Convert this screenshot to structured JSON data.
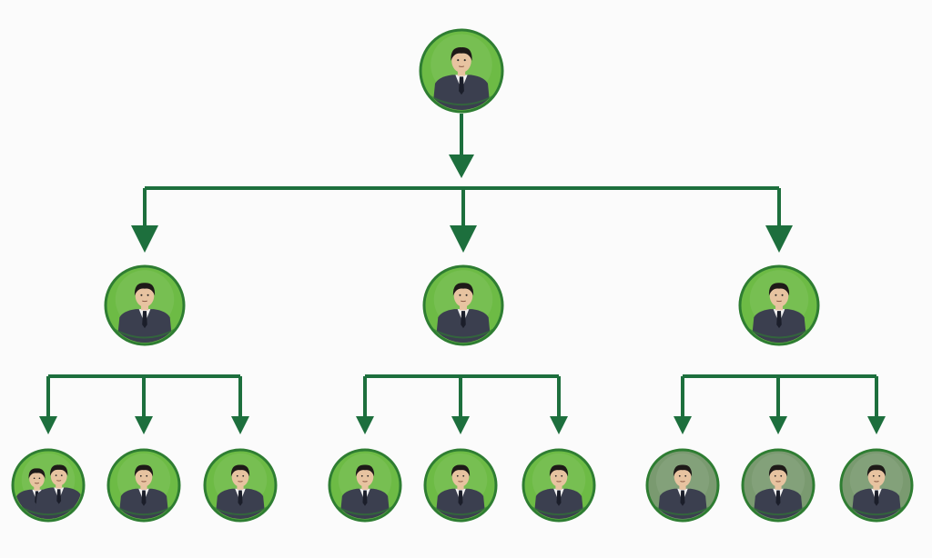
{
  "colors": {
    "background": "#fbfbfb",
    "connector": "#1d6f3d",
    "node_fill": "#6dbb45",
    "node_fill_muted": "#7a9a70",
    "node_ring": "#2e7d32",
    "suit": "#3b3f4f",
    "tie": "#1b1e2a",
    "skin": "#e7c3a0",
    "hair": "#1e1a18"
  },
  "diagram": {
    "kind": "org-chart",
    "root": {
      "id": "root",
      "avatar_icon": "person-icon",
      "children": [
        {
          "id": "manager-1",
          "avatar_icon": "person-icon",
          "children": [
            {
              "id": "staff-1-1",
              "avatar_icon": "two-people-icon",
              "style": "normal"
            },
            {
              "id": "staff-1-2",
              "avatar_icon": "person-icon",
              "style": "normal"
            },
            {
              "id": "staff-1-3",
              "avatar_icon": "person-icon",
              "style": "normal"
            }
          ]
        },
        {
          "id": "manager-2",
          "avatar_icon": "person-icon",
          "children": [
            {
              "id": "staff-2-1",
              "avatar_icon": "person-icon",
              "style": "normal"
            },
            {
              "id": "staff-2-2",
              "avatar_icon": "person-icon",
              "style": "normal"
            },
            {
              "id": "staff-2-3",
              "avatar_icon": "person-icon",
              "style": "normal"
            }
          ]
        },
        {
          "id": "manager-3",
          "avatar_icon": "person-icon",
          "children": [
            {
              "id": "staff-3-1",
              "avatar_icon": "person-icon",
              "style": "muted"
            },
            {
              "id": "staff-3-2",
              "avatar_icon": "person-icon",
              "style": "muted"
            },
            {
              "id": "staff-3-3",
              "avatar_icon": "person-icon",
              "style": "muted"
            }
          ]
        }
      ]
    }
  }
}
